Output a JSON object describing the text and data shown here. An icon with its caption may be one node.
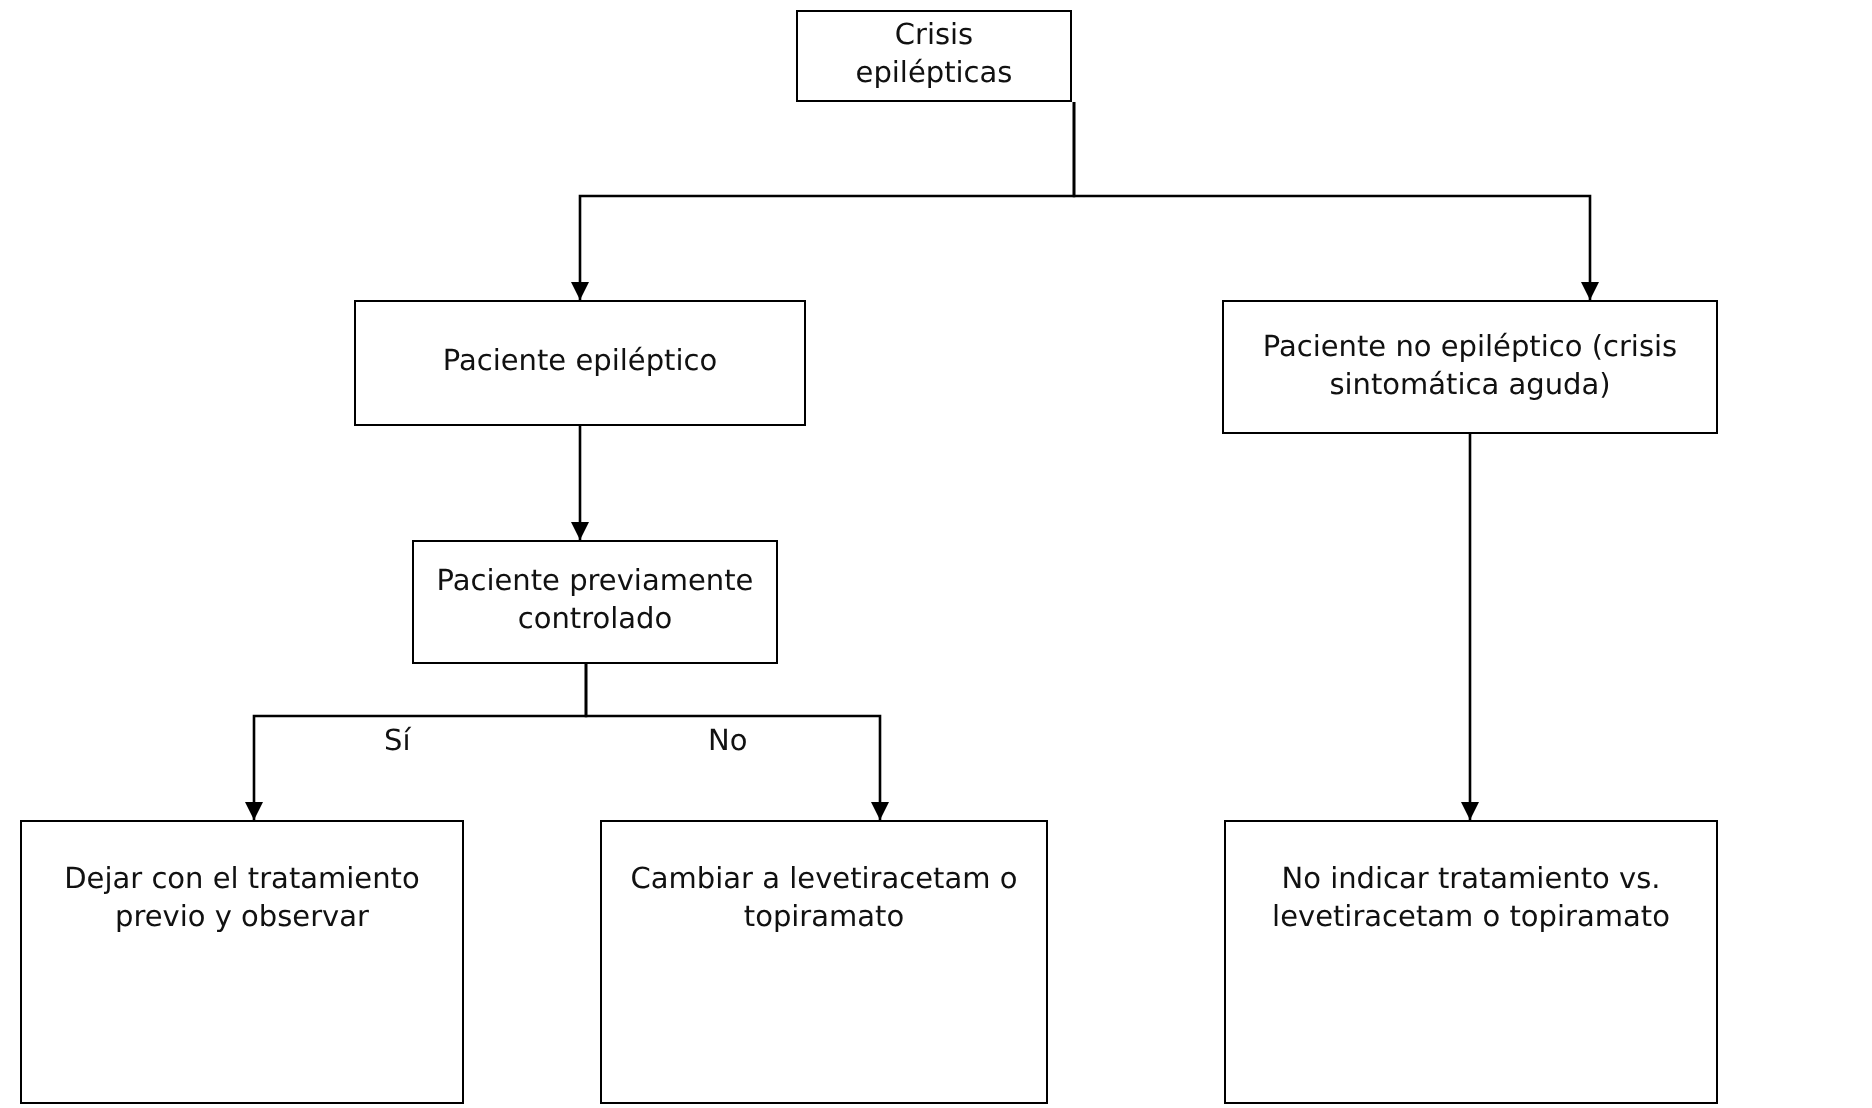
{
  "diagram": {
    "nodes": [
      {
        "text": [
          "Crisis epilépticas"
        ]
      },
      {
        "text": [
          "Paciente epiléptico"
        ]
      },
      {
        "text": [
          "Paciente no epiléptico (crisis sintomática aguda)"
        ]
      },
      {
        "text": [
          "Paciente previamente controlado"
        ]
      },
      {
        "text": [
          "Dejar con el tratamiento previo y observar"
        ]
      },
      {
        "text": [
          "Cambiar a levetiracetam o topiramato"
        ]
      },
      {
        "text": [
          "No indicar tratamiento vs. levetiracetam o topiramato"
        ]
      }
    ],
    "edges": [
      {
        "from": 0,
        "to": 1,
        "arrow": "to"
      },
      {
        "from": 0,
        "to": 2,
        "arrow": "to"
      },
      {
        "from": 1,
        "to": 3,
        "arrow": "to"
      },
      {
        "from": 3,
        "to": 4,
        "arrow": "to",
        "label": "Sí"
      },
      {
        "from": 3,
        "to": 5,
        "arrow": "to",
        "label": "No"
      },
      {
        "from": 2,
        "to": 6,
        "arrow": "to"
      }
    ]
  }
}
